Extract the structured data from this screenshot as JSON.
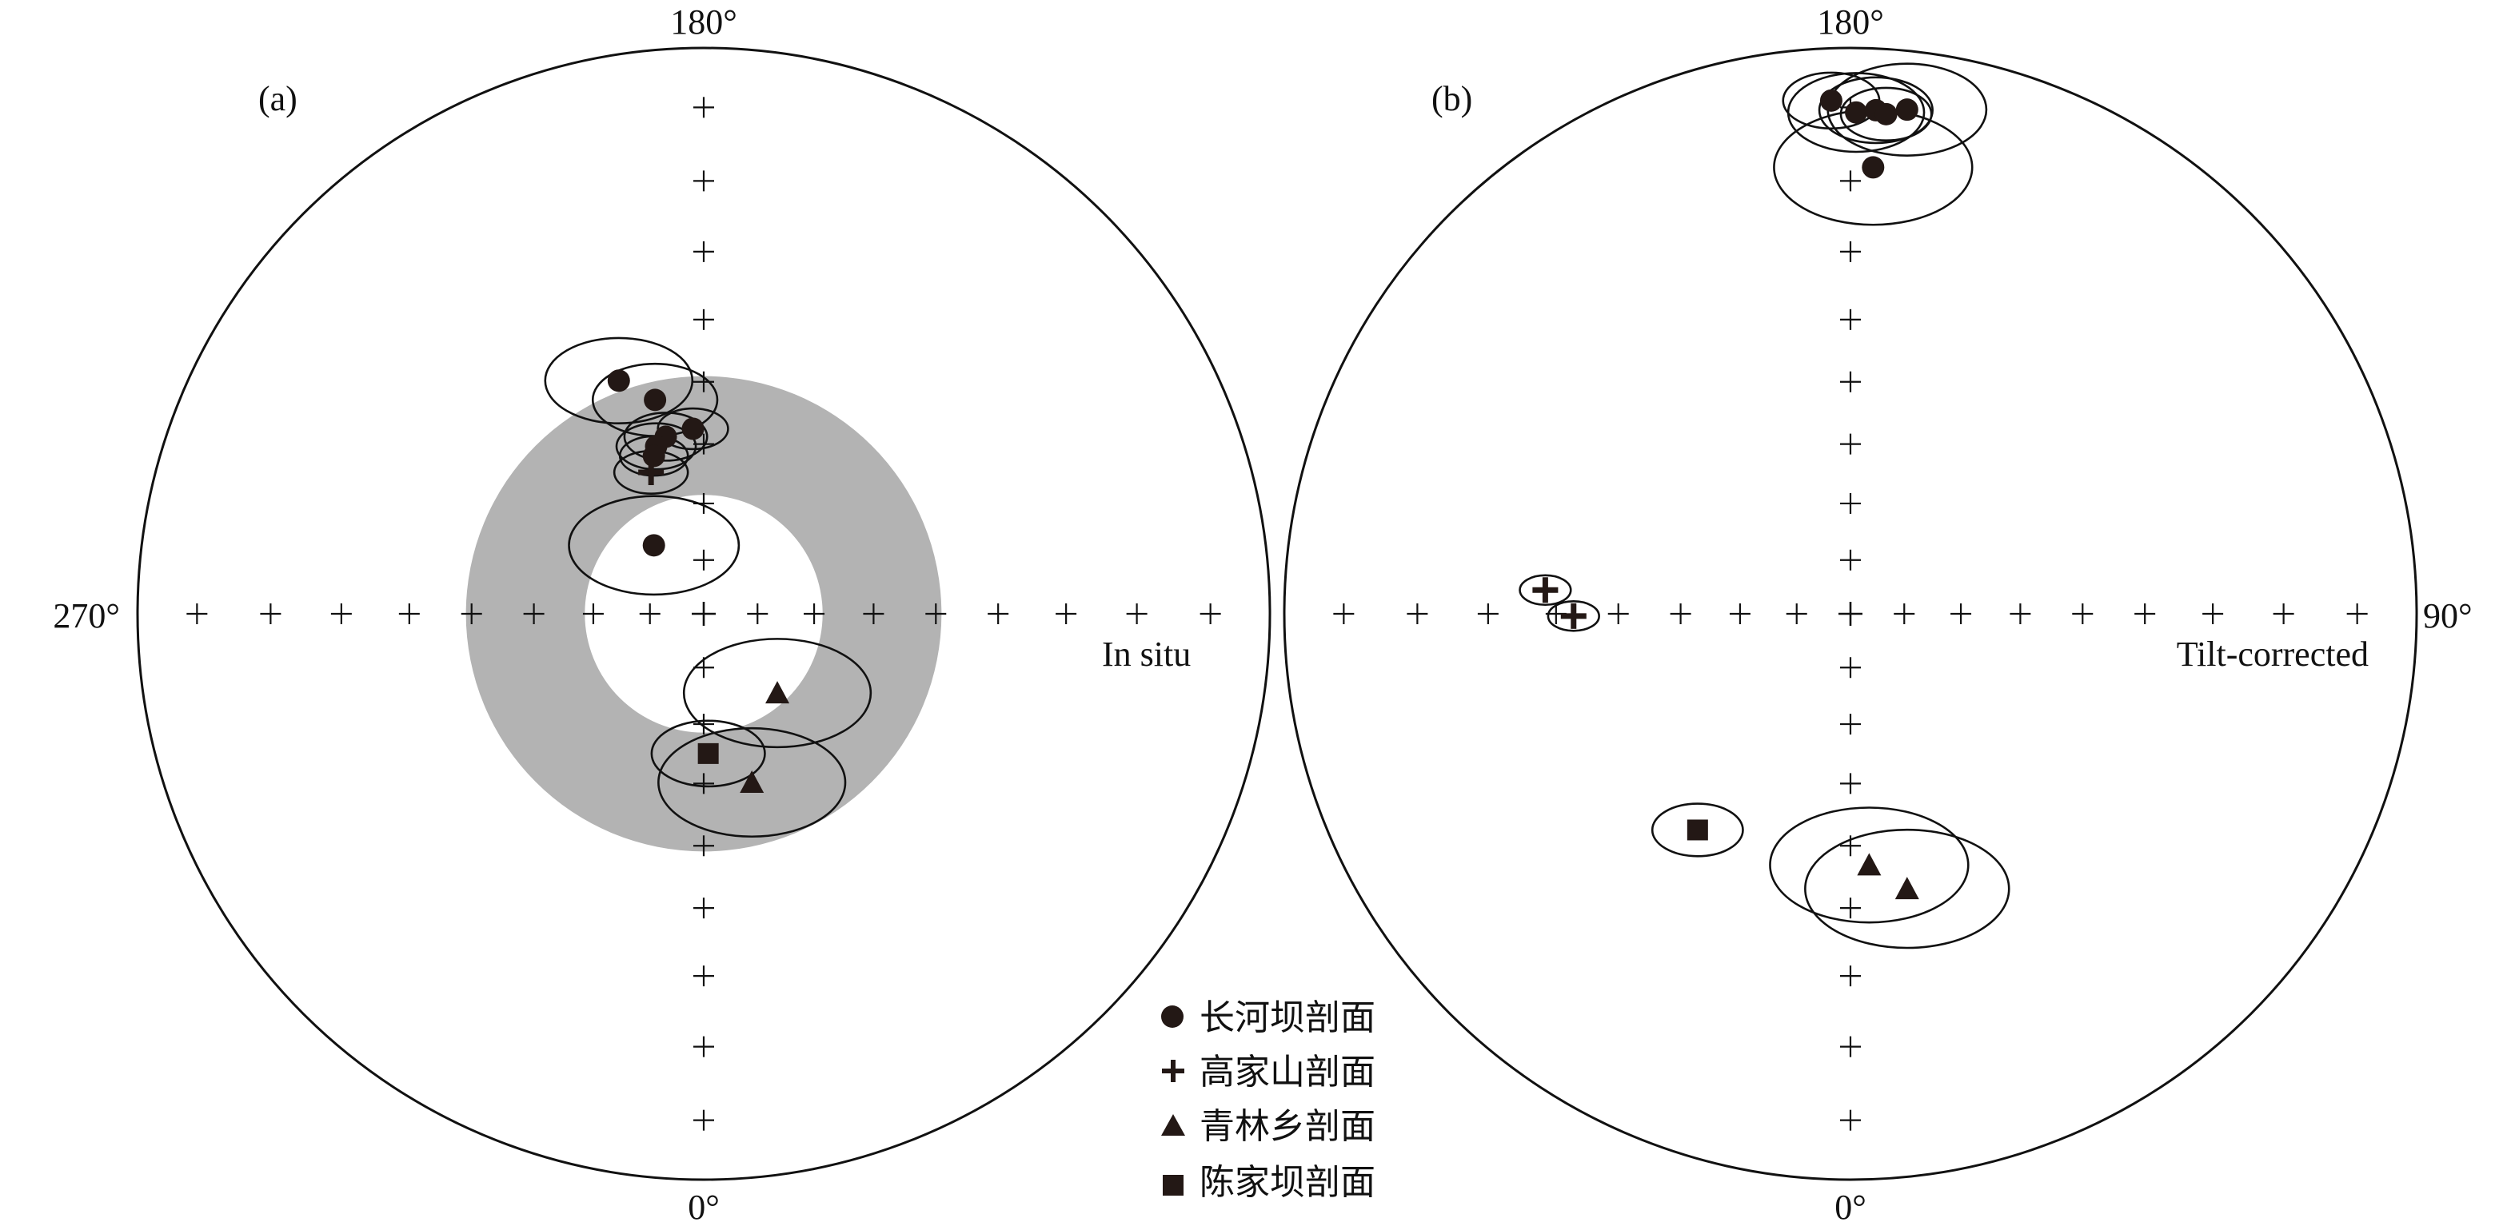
{
  "chart_data": [
    {
      "type": "scatter",
      "projection": "equal-area stereonet",
      "panel_label": "(a)",
      "annotation": "In situ",
      "ticks": {
        "top": "180°",
        "left": "270°",
        "bottom": "0°"
      },
      "grid": "cross marks along N-S and E-W diameters",
      "shaded_annulus": {
        "inner_radius_fraction": 0.21,
        "outer_radius_fraction": 0.42,
        "color": "#b3b3b3"
      },
      "series": [
        {
          "marker": "circle",
          "points": [
            {
              "x": -0.15,
              "y": 0.412,
              "a95": 0.13
            },
            {
              "x": -0.086,
              "y": 0.378,
              "a95": 0.11
            },
            {
              "x": -0.067,
              "y": 0.313,
              "a95": 0.073
            },
            {
              "x": -0.019,
              "y": 0.327,
              "a95": 0.062
            },
            {
              "x": -0.084,
              "y": 0.296,
              "a95": 0.07
            },
            {
              "x": -0.088,
              "y": 0.279,
              "a95": 0.06
            },
            {
              "x": -0.088,
              "y": 0.121,
              "a95": 0.15
            }
          ]
        },
        {
          "marker": "plus",
          "points": [
            {
              "x": -0.093,
              "y": 0.25,
              "a95": 0.065
            }
          ]
        },
        {
          "marker": "triangle",
          "points": [
            {
              "x": 0.13,
              "y": -0.14,
              "a95": 0.165
            },
            {
              "x": 0.085,
              "y": -0.298,
              "a95": 0.165
            }
          ]
        },
        {
          "marker": "square",
          "points": [
            {
              "x": 0.008,
              "y": -0.247,
              "a95": 0.1
            }
          ]
        }
      ]
    },
    {
      "type": "scatter",
      "projection": "equal-area stereonet",
      "panel_label": "(b)",
      "annotation": "Tilt-corrected",
      "ticks": {
        "top": "180°",
        "right": "90°",
        "bottom": "0°"
      },
      "grid": "cross marks along N-S and E-W diameters",
      "series": [
        {
          "marker": "circle",
          "points": [
            {
              "x": -0.034,
              "y": 0.907,
              "a95": 0.085
            },
            {
              "x": 0.01,
              "y": 0.886,
              "a95": 0.12
            },
            {
              "x": 0.045,
              "y": 0.89,
              "a95": 0.1
            },
            {
              "x": 0.1,
              "y": 0.891,
              "a95": 0.14
            },
            {
              "x": 0.063,
              "y": 0.883,
              "a95": 0.08
            },
            {
              "x": 0.04,
              "y": 0.789,
              "a95": 0.175
            }
          ]
        },
        {
          "marker": "plus",
          "points": [
            {
              "x": -0.539,
              "y": 0.042,
              "a95": 0.045
            },
            {
              "x": -0.489,
              "y": -0.004,
              "a95": 0.045
            }
          ]
        },
        {
          "marker": "triangle",
          "points": [
            {
              "x": 0.033,
              "y": -0.444,
              "a95": 0.175
            },
            {
              "x": 0.1,
              "y": -0.486,
              "a95": 0.18
            }
          ]
        },
        {
          "marker": "square",
          "points": [
            {
              "x": -0.27,
              "y": -0.382,
              "a95": 0.08
            }
          ]
        }
      ]
    }
  ],
  "legend": [
    {
      "marker": "circle",
      "label": "长河坝剖面"
    },
    {
      "marker": "plus",
      "label": "高家山剖面"
    },
    {
      "marker": "triangle",
      "label": "青林乡剖面"
    },
    {
      "marker": "square",
      "label": "陈家坝剖面"
    }
  ],
  "colors": {
    "marker": "#231815",
    "shade": "#b3b3b3",
    "line": "#111111"
  }
}
